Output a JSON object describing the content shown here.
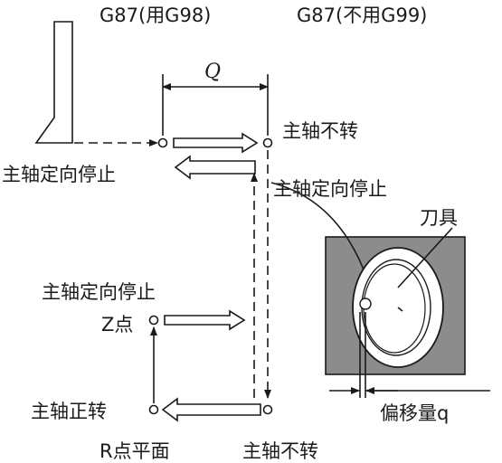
{
  "headers": {
    "left": "G87(用G98)",
    "right": "G87(不用G99)"
  },
  "dimensions": {
    "shift": "Q",
    "offset": "偏移量q"
  },
  "labels": {
    "spindle_stop_top": "主轴不转",
    "orient_stop_left": "主轴定向停止",
    "orient_stop_right": "主轴定向停止",
    "tool": "刀具",
    "orient_stop_mid": "主轴定向停止",
    "z_point": "Z点",
    "spindle_cw": "主轴正转",
    "r_plane": "R点平面",
    "spindle_stop_bottom": "主轴不转"
  }
}
